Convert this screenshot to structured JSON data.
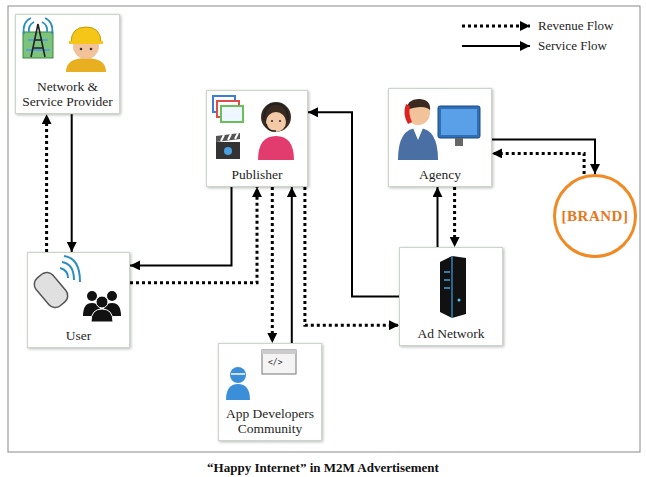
{
  "diagram": {
    "caption": "“Happy Internet” in M2M Advertisement",
    "nodes": [
      {
        "text": [
          "Network & Service Provider"
        ]
      },
      {
        "text": [
          "Publisher"
        ]
      },
      {
        "text": [
          "Agency"
        ]
      },
      {
        "text": [
          "[BRAND]"
        ]
      },
      {
        "text": [
          "User"
        ]
      },
      {
        "text": [
          "App Developers Community"
        ]
      },
      {
        "text": [
          "Ad Network"
        ]
      }
    ],
    "edges": [
      {
        "from": 0,
        "to": 4,
        "arrow": "to"
      },
      {
        "from": 4,
        "to": 0,
        "arrow": "to"
      },
      {
        "from": 1,
        "to": 4,
        "arrow": "to"
      },
      {
        "from": 4,
        "to": 1,
        "arrow": "to"
      },
      {
        "from": 1,
        "to": 5,
        "arrow": "to"
      },
      {
        "from": 5,
        "to": 1,
        "arrow": "to"
      },
      {
        "from": 1,
        "to": 6,
        "arrow": "to"
      },
      {
        "from": 6,
        "to": 1,
        "arrow": "to"
      },
      {
        "from": 6,
        "to": 2,
        "arrow": "to"
      },
      {
        "from": 2,
        "to": 6,
        "arrow": "to"
      },
      {
        "from": 2,
        "to": 3,
        "arrow": "to"
      },
      {
        "from": 3,
        "to": 2,
        "arrow": "to"
      }
    ],
    "labels": [
      "</>"
    ],
    "legend": [
      {
        "text": "Revenue Flow"
      },
      {
        "text": "Service Flow"
      }
    ]
  }
}
